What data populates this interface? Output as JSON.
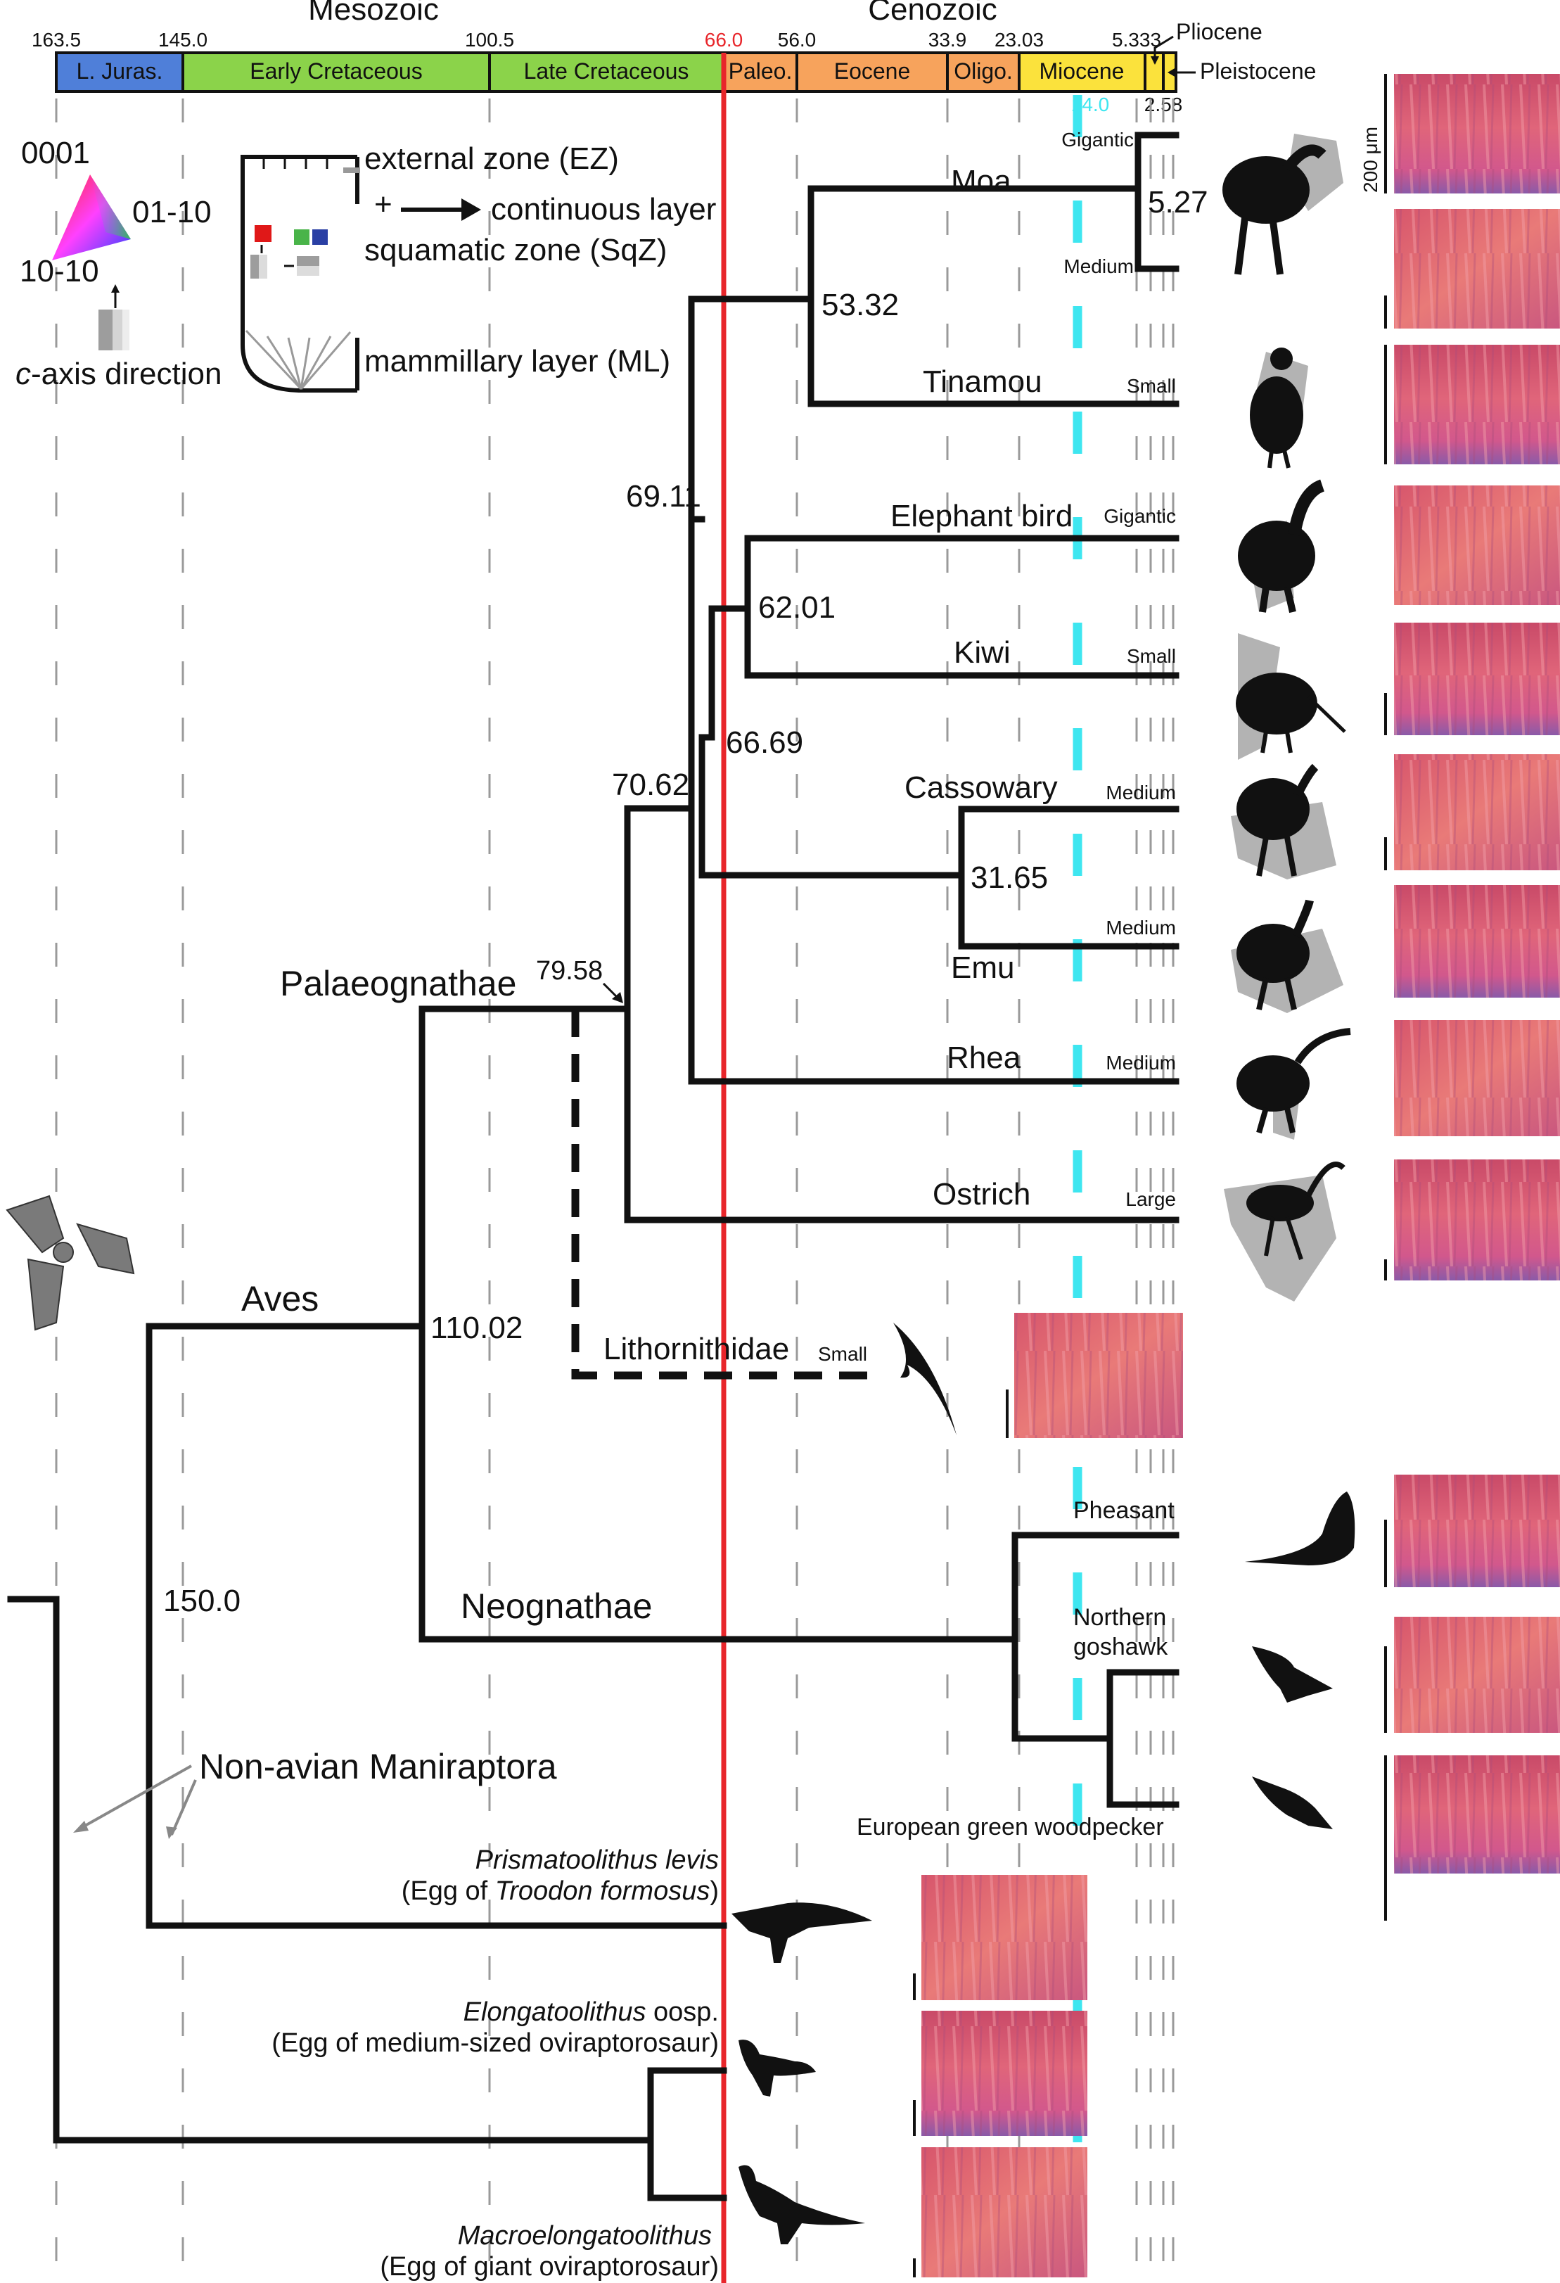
{
  "colors": {
    "kpg_line": "#e8262b",
    "miocene_marker": "#3ee6f0",
    "silhouette": "#111111",
    "map": "#b3b3b3",
    "ebsd_base": "#d8566b"
  },
  "timescale": {
    "eras": [
      {
        "id": "mesozoic",
        "label": "Mesozoic"
      },
      {
        "id": "cenozoic",
        "label": "Cenozoic"
      }
    ],
    "periods": [
      {
        "id": "l-juras",
        "label": "L. Juras.",
        "color": "#4f7fd9"
      },
      {
        "id": "early-cretaceous",
        "label": "Early Cretaceous",
        "color": "#8bd34a"
      },
      {
        "id": "late-cretaceous",
        "label": "Late Cretaceous",
        "color": "#8bd34a"
      },
      {
        "id": "paleo",
        "label": "Paleo.",
        "color": "#f7a35c"
      },
      {
        "id": "eocene",
        "label": "Eocene",
        "color": "#f7a35c"
      },
      {
        "id": "oligo",
        "label": "Oligo.",
        "color": "#f7a35c"
      },
      {
        "id": "miocene",
        "label": "Miocene",
        "color": "#fbe23c"
      },
      {
        "id": "plio",
        "label": "",
        "color": "#fbe23c"
      },
      {
        "id": "pleisto",
        "label": "",
        "color": "#fbe23c"
      }
    ],
    "ages": [
      {
        "id": "a1635",
        "label": "163.5"
      },
      {
        "id": "a145",
        "label": "145.0"
      },
      {
        "id": "a1005",
        "label": "100.5"
      },
      {
        "id": "a66",
        "label": "66.0",
        "highlight": true
      },
      {
        "id": "a56",
        "label": "56.0"
      },
      {
        "id": "a339",
        "label": "33.9"
      },
      {
        "id": "a2303",
        "label": "23.03"
      },
      {
        "id": "a5333",
        "label": "5.333"
      }
    ],
    "age_14": "14.0",
    "age_258": "2.58",
    "pliocene": "Pliocene",
    "pleistocene": "Pleistocene"
  },
  "legend": {
    "ipf_top": "0001",
    "ipf_right": "01-10",
    "ipf_bottom": "10-10",
    "caxis_italic": "c",
    "caxis_rest": "-axis direction",
    "ez": "external zone (EZ)",
    "plus": "+",
    "continuous": "continuous layer",
    "sqz": "squamatic zone (SqZ)",
    "ml": "mammillary layer (ML)"
  },
  "clades": {
    "aves": "Aves",
    "palaeognathae": "Palaeognathae",
    "neognathae": "Neognathae",
    "nonavian": "Non-avian Maniraptora"
  },
  "nodes": [
    {
      "id": "n-moa",
      "label": "5.27"
    },
    {
      "id": "n-moa-tinamou",
      "label": "53.32"
    },
    {
      "id": "n-69",
      "label": "69.11"
    },
    {
      "id": "n-eb-kiwi",
      "label": "62.01"
    },
    {
      "id": "n-6669",
      "label": "66.69"
    },
    {
      "id": "n-70",
      "label": "70.62"
    },
    {
      "id": "n-cass-emu",
      "label": "31.65"
    },
    {
      "id": "n-79",
      "label": "79.58"
    },
    {
      "id": "n-aves",
      "label": "110.02"
    },
    {
      "id": "n-150",
      "label": "150.0"
    }
  ],
  "taxa": [
    {
      "id": "moa",
      "label": "Moa",
      "size": ""
    },
    {
      "id": "moa-gigantic",
      "label": "",
      "size": "Gigantic"
    },
    {
      "id": "moa-medium",
      "label": "",
      "size": "Medium"
    },
    {
      "id": "tinamou",
      "label": "Tinamou",
      "size": "Small"
    },
    {
      "id": "elephant-bird",
      "label": "Elephant bird",
      "size": "Gigantic"
    },
    {
      "id": "kiwi",
      "label": "Kiwi",
      "size": "Small"
    },
    {
      "id": "cassowary",
      "label": "Cassowary",
      "size": "Medium"
    },
    {
      "id": "emu",
      "label": "Emu",
      "size": "Medium"
    },
    {
      "id": "rhea",
      "label": "Rhea",
      "size": "Medium"
    },
    {
      "id": "ostrich",
      "label": "Ostrich",
      "size": "Large"
    },
    {
      "id": "lithornithidae",
      "label": "Lithornithidae",
      "size": "Small"
    },
    {
      "id": "pheasant",
      "label": "Pheasant",
      "size": ""
    },
    {
      "id": "goshawk-1",
      "label": "Northern",
      "size": ""
    },
    {
      "id": "goshawk-2",
      "label": "goshawk",
      "size": ""
    },
    {
      "id": "woodpecker",
      "label": "European green woodpecker",
      "size": ""
    }
  ],
  "eggs": {
    "prismato_name": "Prismatoolithus levis",
    "prismato_pre": "(Egg of ",
    "prismato_species": "Troodon formosus",
    "prismato_post": ")",
    "elongato_name": "Elongatoolithus",
    "elongato_rest": " oosp.",
    "elongato_desc": "(Egg of medium-sized oviraptorosaur)",
    "macro_name": "Macroelongatoolithus",
    "macro_desc": "(Egg of giant oviraptorosaur)"
  },
  "scale_bar": "200 μm"
}
